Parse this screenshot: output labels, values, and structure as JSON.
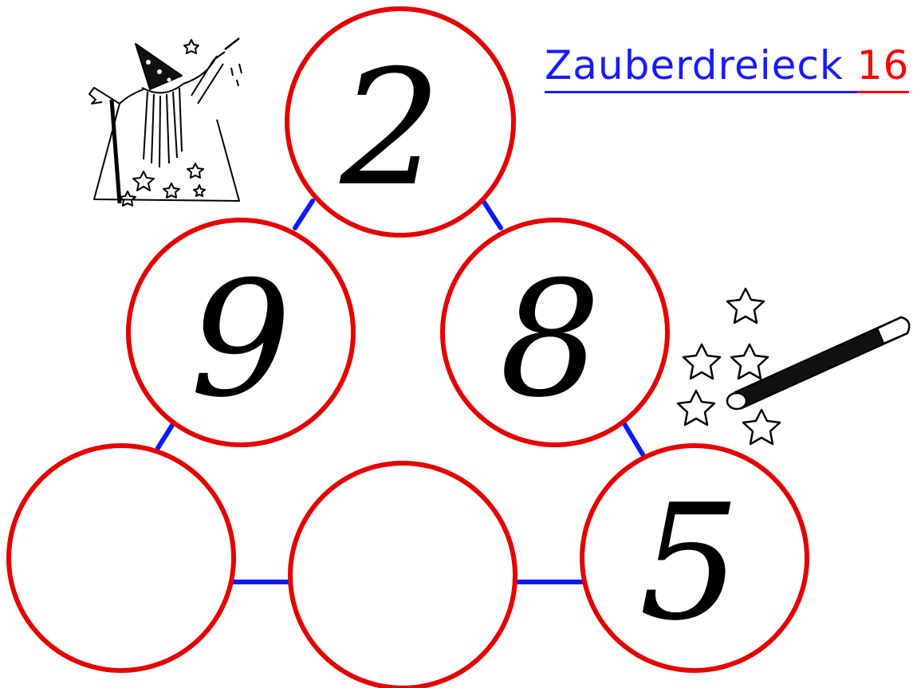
{
  "title": {
    "text": "Zauberdreieck",
    "number": "16"
  },
  "triangle": {
    "line_color": "#0a1aff",
    "circle_stroke": "#e60000",
    "circles": [
      {
        "id": "top",
        "value": "2"
      },
      {
        "id": "mid-left",
        "value": "9"
      },
      {
        "id": "mid-right",
        "value": "8"
      },
      {
        "id": "bottom-left",
        "value": ""
      },
      {
        "id": "bottom-middle",
        "value": ""
      },
      {
        "id": "bottom-right",
        "value": "5"
      }
    ]
  },
  "decorations": {
    "wizard": "wizard-illustration",
    "wand": "magic-wand-with-stars"
  }
}
